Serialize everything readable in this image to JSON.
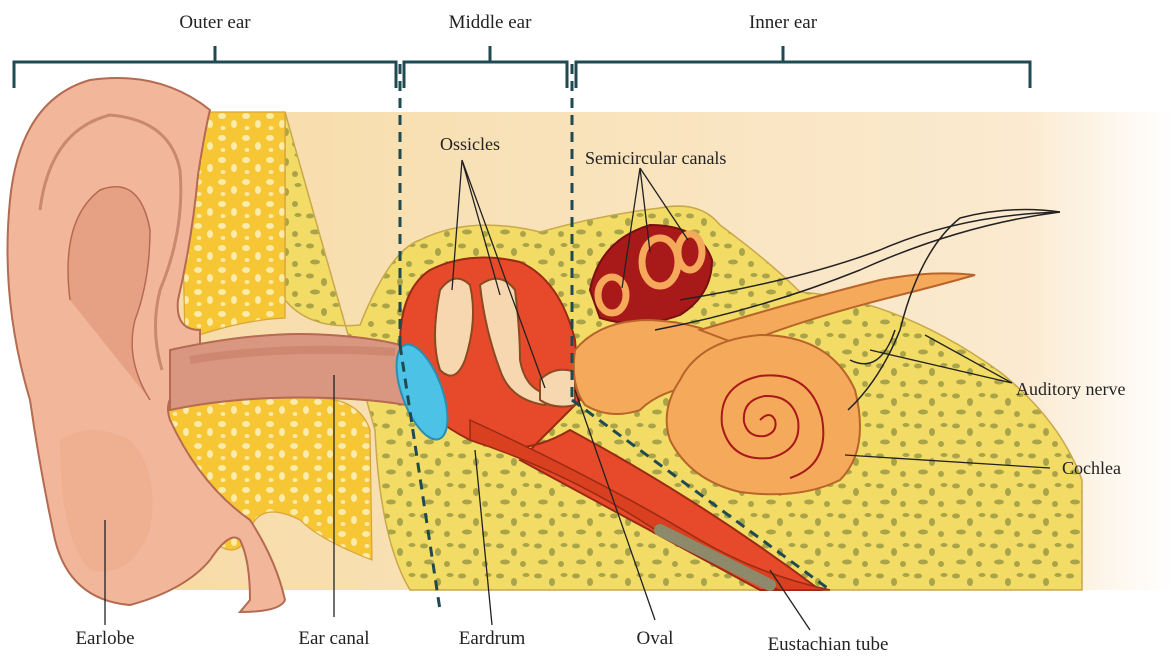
{
  "sections": {
    "outer": "Outer ear",
    "middle": "Middle ear",
    "inner": "Inner ear"
  },
  "labels": {
    "ossicles": "Ossicles",
    "semicircular_canals": "Semicircular canals",
    "auditory_nerve": "Auditory nerve",
    "cochlea": "Cochlea",
    "earlobe": "Earlobe",
    "ear_canal": "Ear canal",
    "eardrum": "Eardrum",
    "oval": "Oval",
    "eustachian_tube": "Eustachian tube"
  },
  "colors": {
    "bracket": "#1f4a52",
    "skin": "#f2b79a",
    "bone": "#f4df6a",
    "middle_ear_red": "#e64a2a",
    "eardrum_blue": "#4cc3e6",
    "cochlea_orange": "#f5a95a"
  }
}
